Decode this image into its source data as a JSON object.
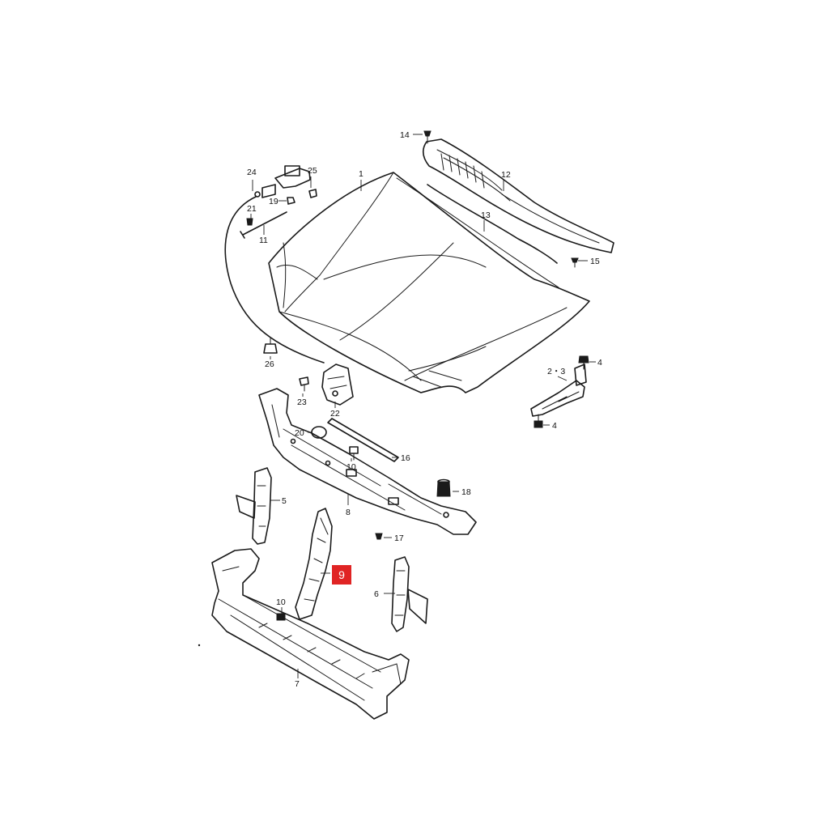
{
  "highlight": {
    "label": "9",
    "color": "#e02424"
  },
  "callouts": {
    "c1": "1",
    "c2_3": "2・3",
    "c4a": "4",
    "c4b": "4",
    "c5": "5",
    "c6": "6",
    "c7": "7",
    "c8": "8",
    "c10a": "10",
    "c10b": "10",
    "c11": "11",
    "c12": "12",
    "c13": "13",
    "c14": "14",
    "c15": "15",
    "c16": "16",
    "c17": "17",
    "c18": "18",
    "c19": "19",
    "c20": "20",
    "c21": "21",
    "c22": "22",
    "c23": "23",
    "c24": "24",
    "c25": "25",
    "c26": "26"
  }
}
